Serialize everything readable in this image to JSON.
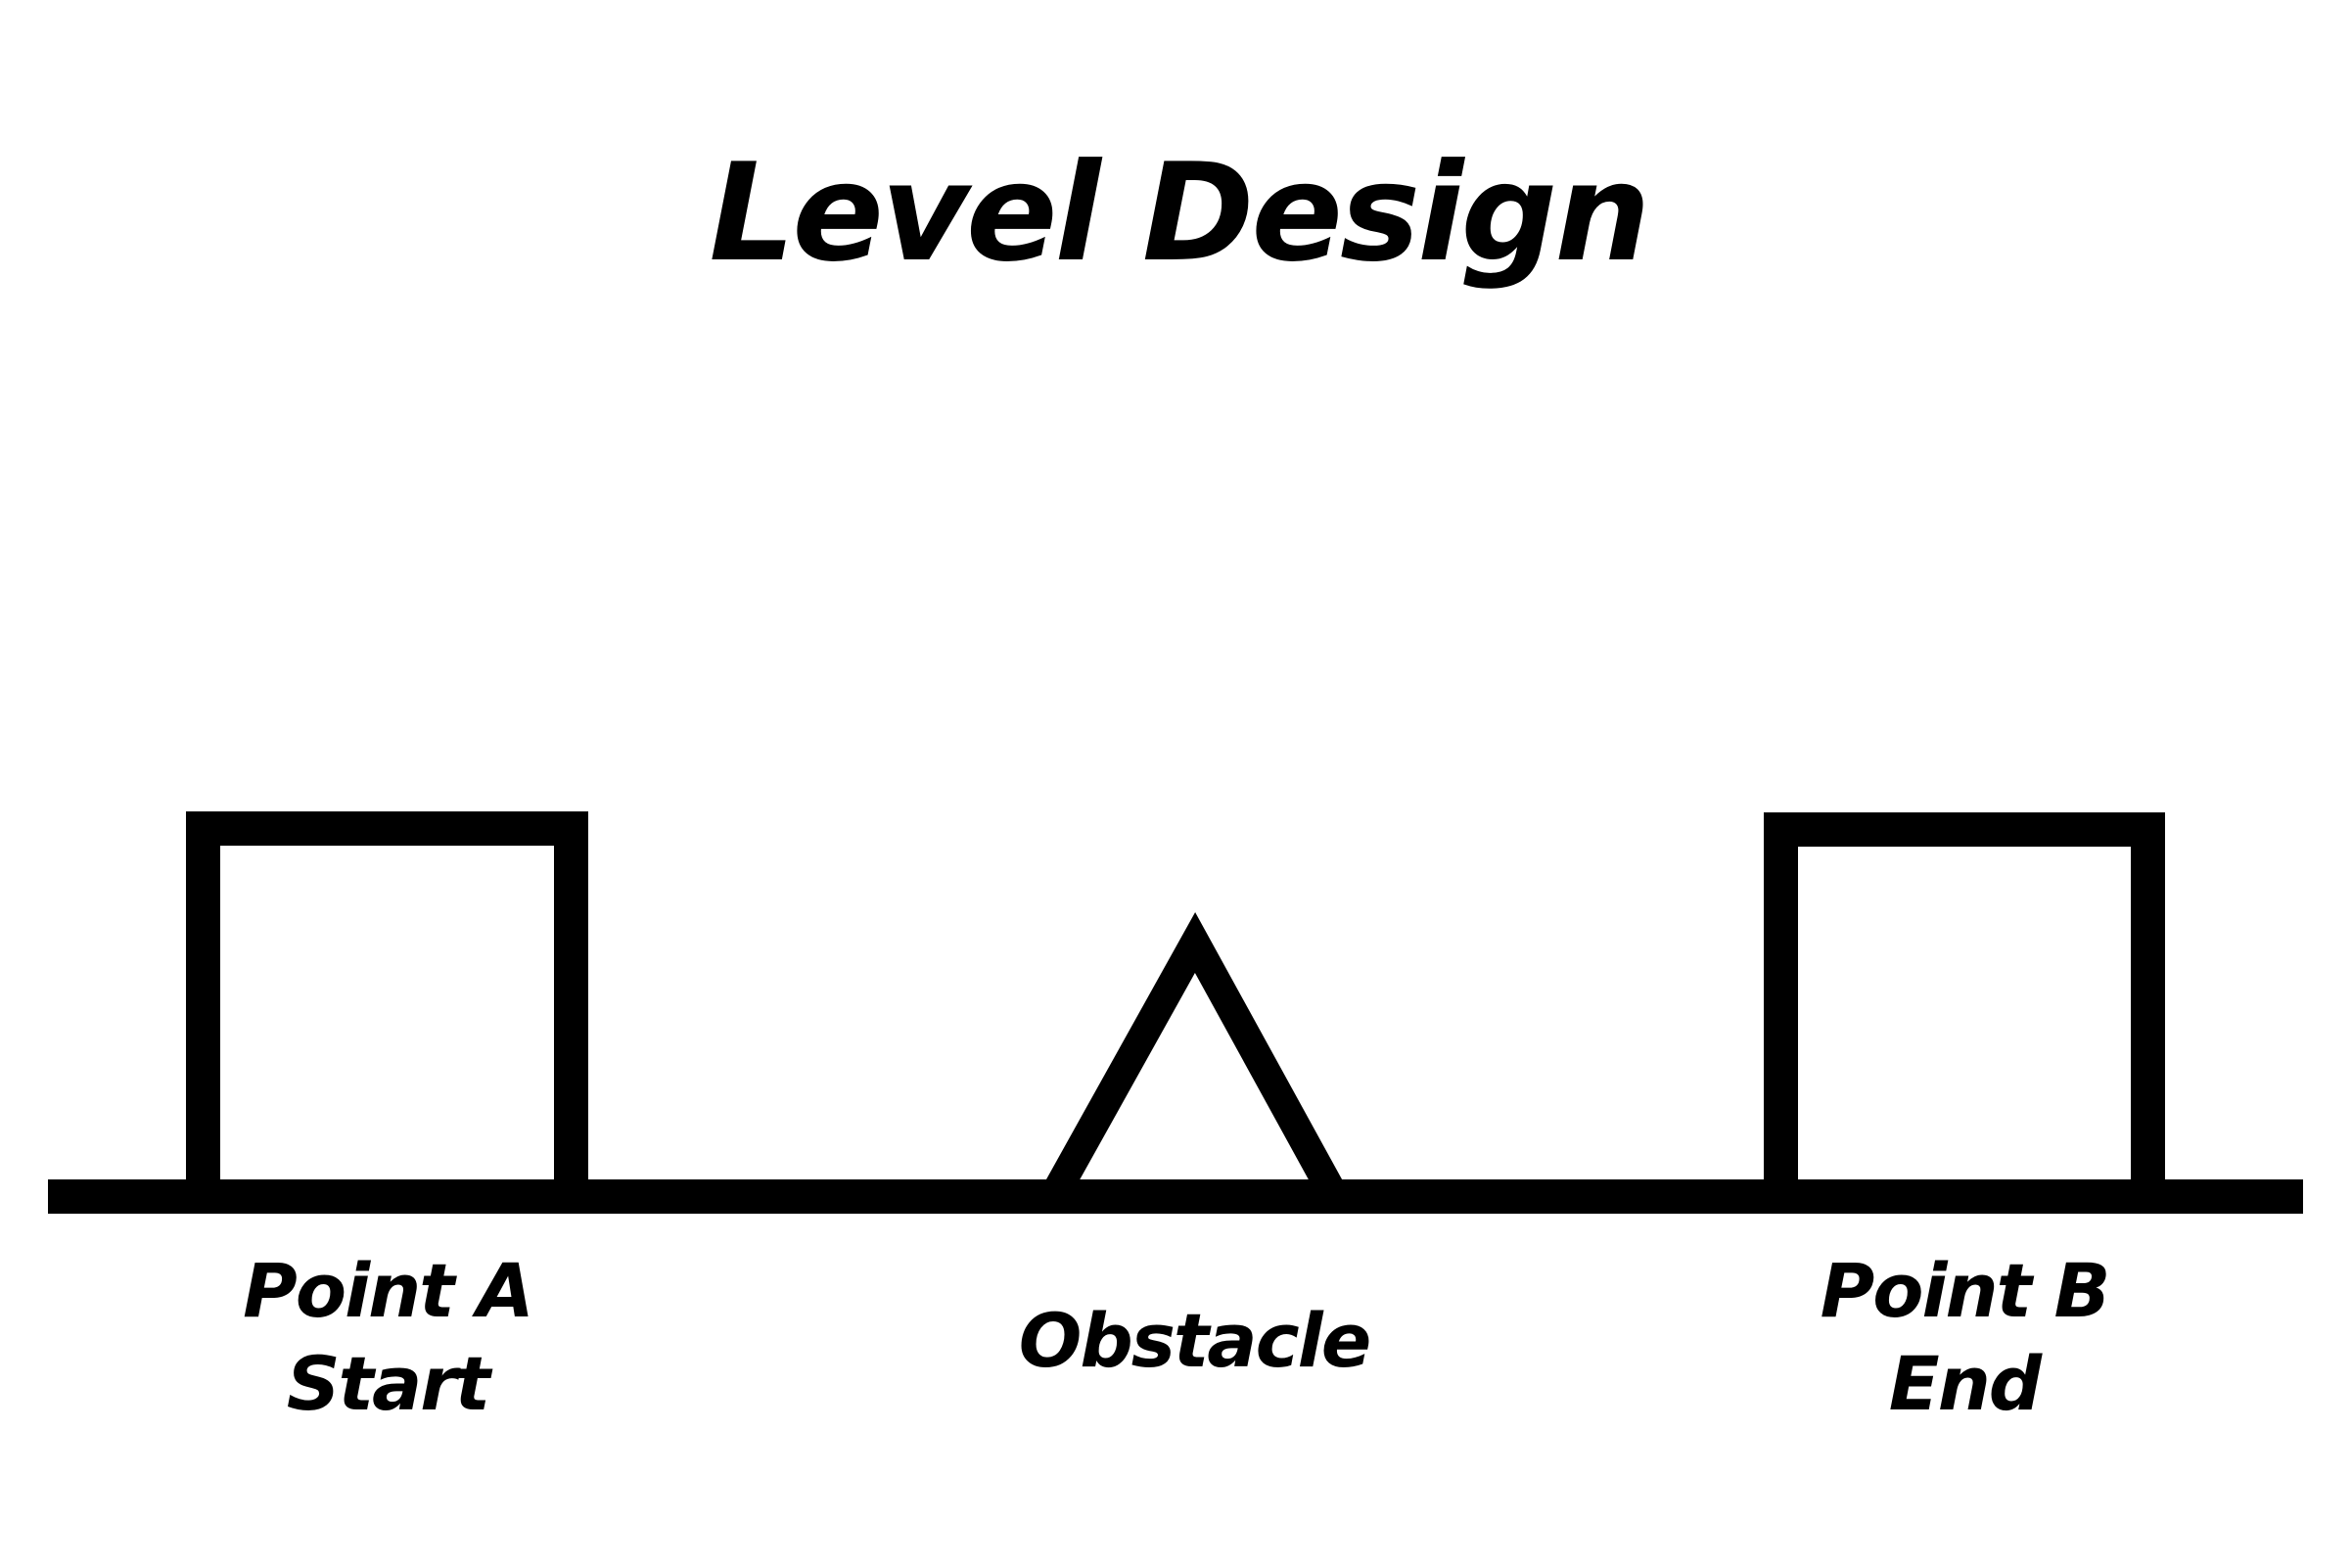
{
  "title": "Level Design",
  "diagram": {
    "point_a": {
      "line1": "Point A",
      "line2": "Start"
    },
    "obstacle": {
      "label": "Obstacle"
    },
    "point_b": {
      "line1": "Point B",
      "line2": "End"
    }
  },
  "colors": {
    "ink": "#000000",
    "background": "#ffffff"
  }
}
